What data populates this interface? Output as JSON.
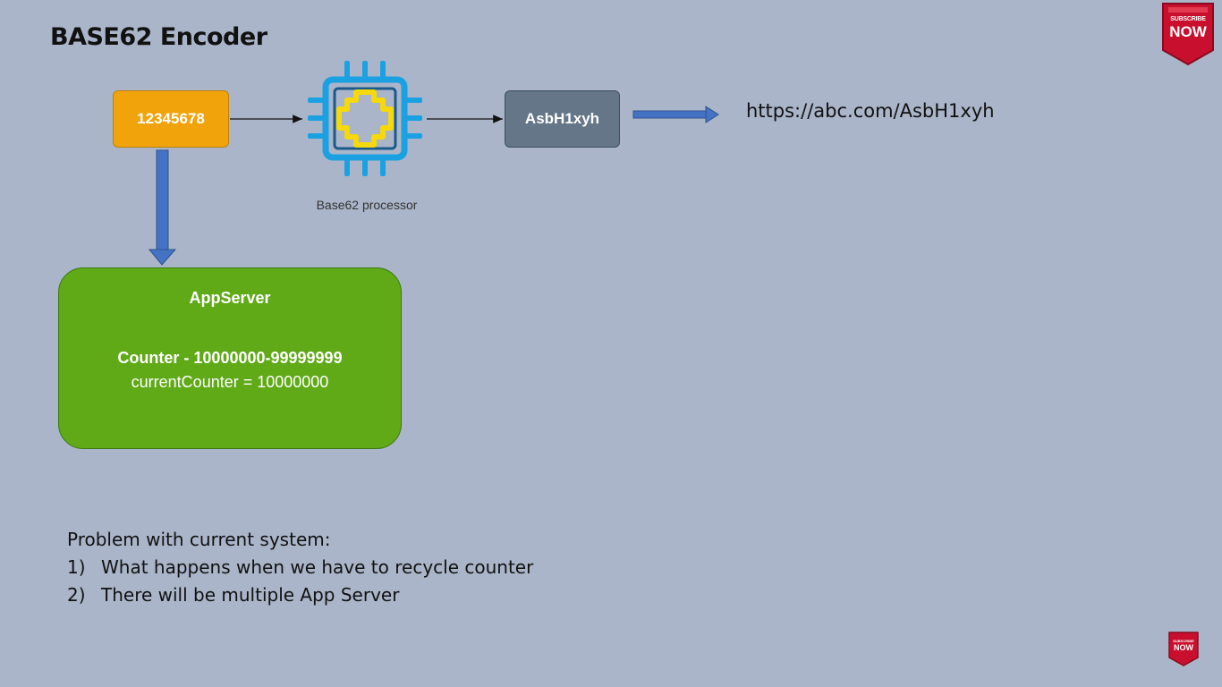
{
  "title": "BASE62 Encoder",
  "diagram": {
    "input_value": "12345678",
    "processor_label": "Base62 processor",
    "output_value": "AsbH1xyh",
    "url": "https://abc.com/AsbH1xyh",
    "appserver": {
      "title": "AppServer",
      "counter_range": "Counter - 10000000-99999999",
      "current_counter": "currentCounter = 10000000"
    }
  },
  "problems": {
    "heading": "Problem with current system:",
    "items": [
      {
        "num": "1)",
        "text": "What happens when we have to recycle counter"
      },
      {
        "num": "2)",
        "text": "There will be multiple App Server"
      }
    ]
  },
  "badge": {
    "line1": "SUBSCRIBE",
    "line2": "NOW"
  },
  "colors": {
    "background": "#aab5c9",
    "input_box": "#f0a30a",
    "output_box": "#647687",
    "appserver": "#60a917",
    "arrow_blue": "#4472c4",
    "chip_teal": "#1ba1e2",
    "chip_yellow": "#f5d90a",
    "badge_red": "#c8102e"
  }
}
